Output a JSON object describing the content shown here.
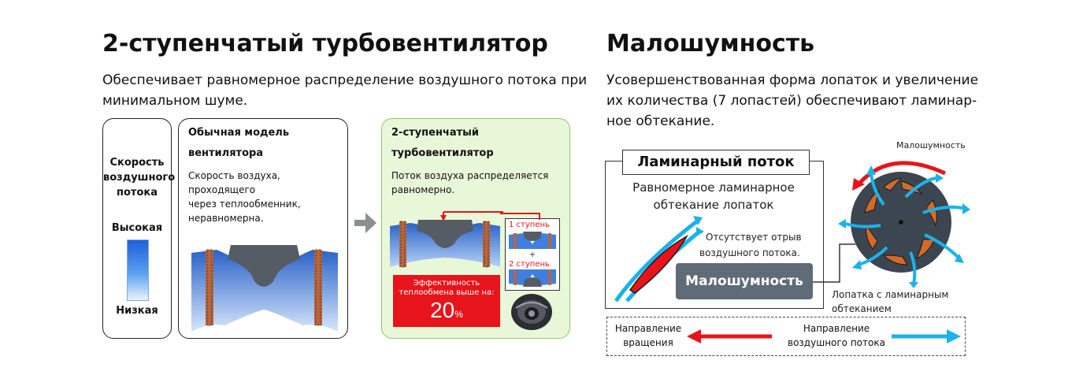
{
  "left": {
    "title": "2-ступенчатый турбовентилятор",
    "description_line1": "Обеспечивает равномерное распределение воздушного потока при",
    "description_line2": "минимальном шуме.",
    "scale": {
      "title_line1": "Скорость",
      "title_line2": "воздушного",
      "title_line3": "потока",
      "high": "Высокая",
      "low": "Низкая"
    },
    "conventional": {
      "title_line1": "Обычная модель",
      "title_line2": "вентилятора",
      "text_line1": "Скорость воздуха, проходящего",
      "text_line2": "через теплообменник,",
      "text_line3": "неравномерна."
    },
    "turbo": {
      "title_line1": "2-ступенчатый",
      "title_line2": "турбовентилятор",
      "text_line1": "Поток воздуха распределяется",
      "text_line2": "равномерно.",
      "stage1": "1 ступень",
      "stage2": "2 ступень",
      "plus": "+",
      "eff_line1": "Эффективность",
      "eff_line2": "теплообмена выше на:",
      "eff_value": "20",
      "eff_unit": "%"
    },
    "colors": {
      "green_bg": "#e9f7d9",
      "green_border": "#8fc66a",
      "red": "#e8141b",
      "blue": "#2e6fd6"
    }
  },
  "right": {
    "title": "Малошумность",
    "description_line1": "Усовершенствованная форма лопаток и увеличение",
    "description_line2": "их количества (7 лопастей) обеспечивают ламинар-",
    "description_line3": "ное обтекание.",
    "laminar_header": "Ламинарный поток",
    "laminar_text_line1": "Равномерное ламинарное",
    "laminar_text_line2": "обтекание лопаток",
    "no_separation_line1": "Отсутствует отрыв",
    "no_separation_line2": "воздушного потока.",
    "low_noise_button": "Малошумность",
    "low_noise_label": "Малошумность",
    "blade_label_line1": "Лопатка с ламинарным",
    "blade_label_line2": "обтеканием",
    "legend": {
      "rotation_line1": "Направление",
      "rotation_line2": "вращения",
      "airflow_line1": "Направление",
      "airflow_line2": "воздушного потока"
    },
    "colors": {
      "gray_button": "#5f6b76",
      "cyan": "#1ab2ea",
      "red": "#e8141b",
      "fan_gray": "#3c4650",
      "blade_orange": "#d36a2a"
    }
  }
}
